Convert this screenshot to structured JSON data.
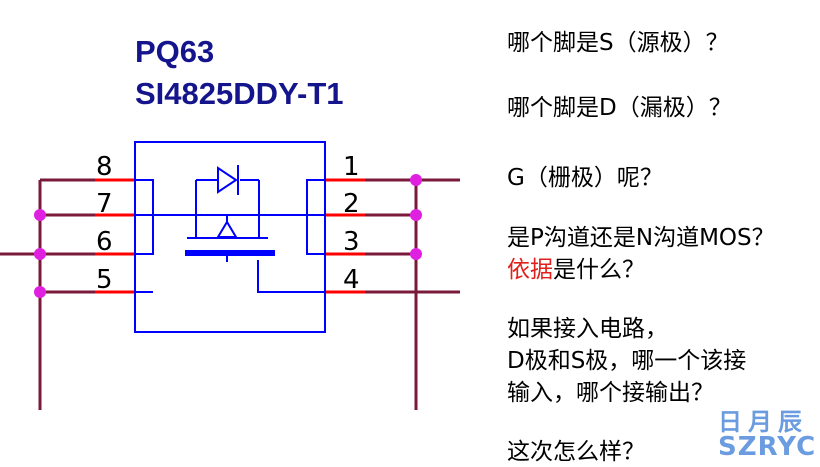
{
  "schematic": {
    "ref": "PQ63",
    "part_number": "SI4825DDY-T1",
    "pins_left": [
      "8",
      "7",
      "6",
      "5"
    ],
    "pins_right": [
      "1",
      "2",
      "3",
      "4"
    ],
    "colors": {
      "wire": "#7a1a3a",
      "stub": "#ff0000",
      "junction": "#e020e0",
      "body": "#0000ff",
      "title": "#14148c"
    }
  },
  "questions": {
    "q1": "哪个脚是S（源极）？",
    "q2": "哪个脚是D（漏极）？",
    "q3": "G（栅极）呢？",
    "q4_line1": "是P沟道还是N沟道MOS？",
    "q4_accent": "依据",
    "q4_line2_rest": "是什么？",
    "q5_line1": "如果接入电路，",
    "q5_line2": "D极和S极，哪一个该接",
    "q5_line3": "输入，哪个接输出？",
    "q6": "这次怎么样？"
  },
  "watermark": {
    "cn": "日月辰",
    "en": "SZRYC"
  }
}
